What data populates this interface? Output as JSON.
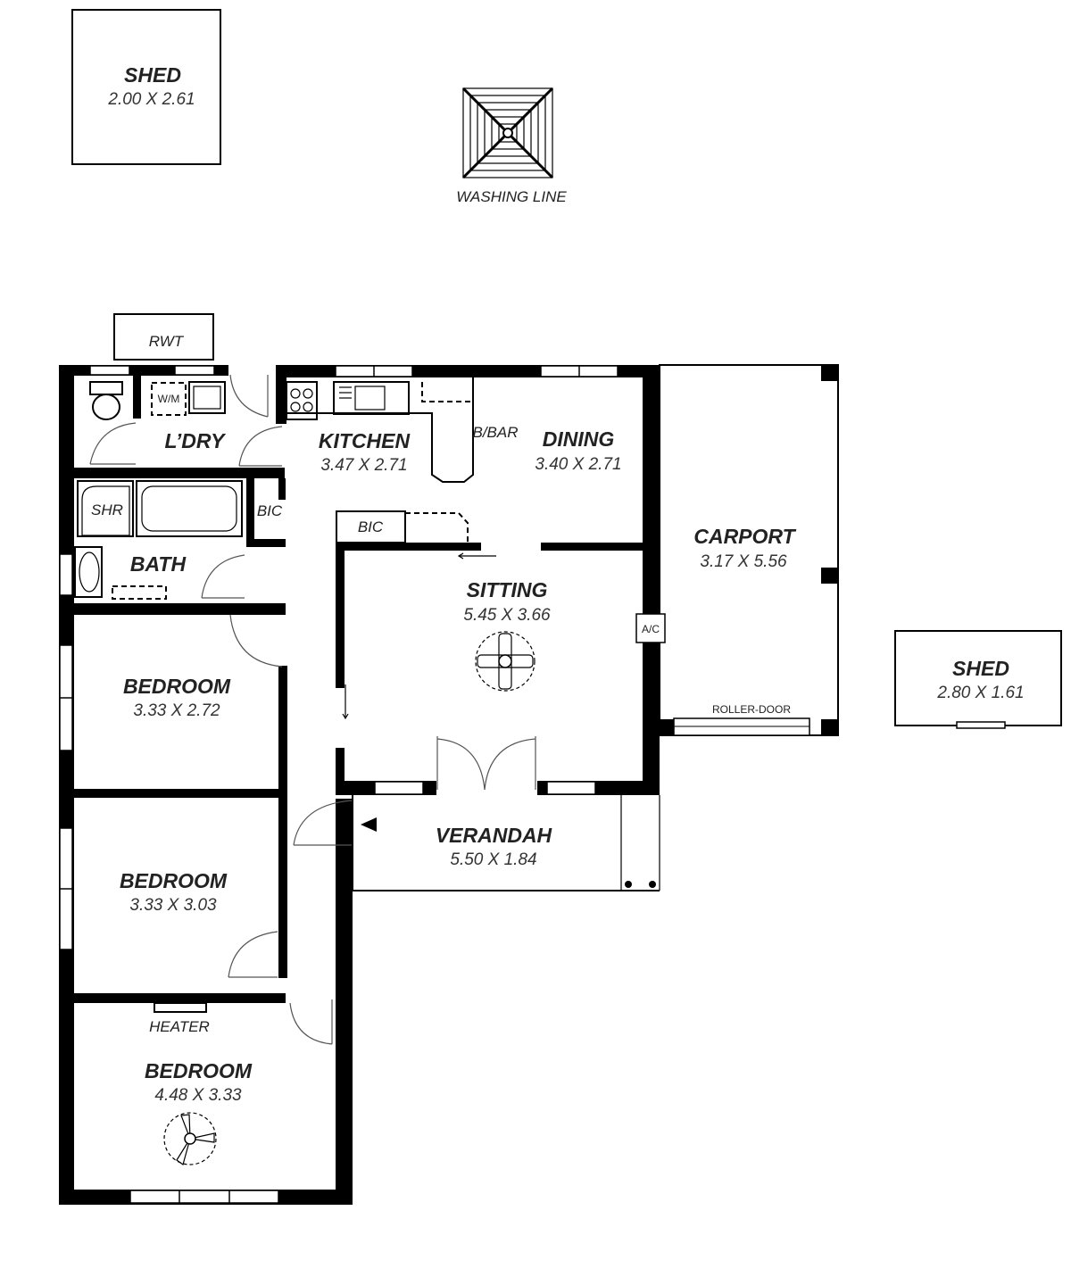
{
  "sheds": [
    {
      "label": "SHED",
      "size": "2.00 X 2.61"
    },
    {
      "label": "SHED",
      "size": "2.80 X 1.61"
    }
  ],
  "features": {
    "washing_line": "WASHING LINE",
    "rwt": "RWT",
    "wm": "W/M",
    "shr": "SHR",
    "bic": "BIC",
    "bbar": "B/BAR",
    "ac": "A/C",
    "roller_door": "ROLLER-DOOR",
    "heater": "HEATER"
  },
  "rooms": {
    "laundry": {
      "label": "L’DRY"
    },
    "kitchen": {
      "label": "KITCHEN",
      "size": "3.47 X 2.71"
    },
    "dining": {
      "label": "DINING",
      "size": "3.40 X 2.71"
    },
    "carport": {
      "label": "CARPORT",
      "size": "3.17 X 5.56"
    },
    "bath": {
      "label": "BATH"
    },
    "sitting": {
      "label": "SITTING",
      "size": "5.45 X 3.66"
    },
    "bedroom1": {
      "label": "BEDROOM",
      "size": "3.33 X 2.72"
    },
    "bedroom2": {
      "label": "BEDROOM",
      "size": "3.33 X 3.03"
    },
    "bedroom3": {
      "label": "BEDROOM",
      "size": "4.48 X 3.33"
    },
    "verandah": {
      "label": "VERANDAH",
      "size": "5.50 X 1.84"
    }
  }
}
